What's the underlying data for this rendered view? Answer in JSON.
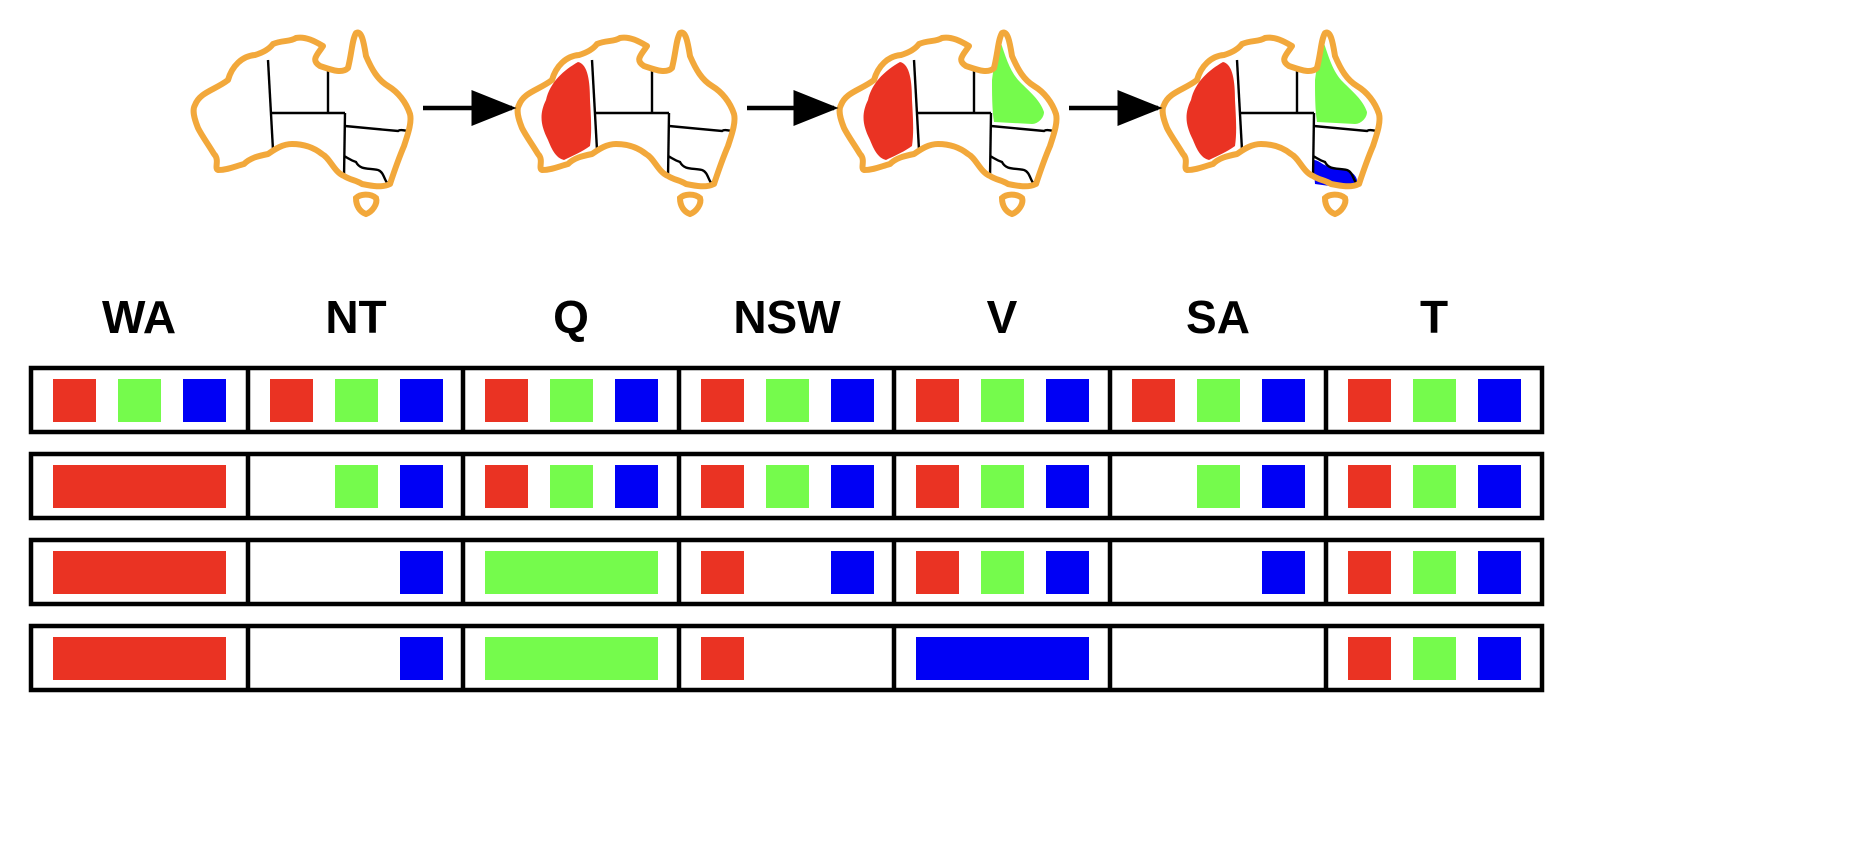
{
  "colors": {
    "red": "#EA3323",
    "green": "#75FB4C",
    "blue": "#0000F5",
    "outline": "#F2A83B",
    "frame": "#000000"
  },
  "maps": [
    {
      "assignments": {}
    },
    {
      "assignments": {
        "WA": "red"
      }
    },
    {
      "assignments": {
        "WA": "red",
        "Q": "green"
      }
    },
    {
      "assignments": {
        "WA": "red",
        "Q": "green",
        "V": "blue"
      }
    }
  ],
  "columns": [
    "WA",
    "NT",
    "Q",
    "NSW",
    "V",
    "SA",
    "T"
  ],
  "domain_rows": [
    {
      "WA": [
        "red",
        "green",
        "blue"
      ],
      "NT": [
        "red",
        "green",
        "blue"
      ],
      "Q": [
        "red",
        "green",
        "blue"
      ],
      "NSW": [
        "red",
        "green",
        "blue"
      ],
      "V": [
        "red",
        "green",
        "blue"
      ],
      "SA": [
        "red",
        "green",
        "blue"
      ],
      "T": [
        "red",
        "green",
        "blue"
      ]
    },
    {
      "WA": [
        "red*"
      ],
      "NT": [
        "green",
        "blue"
      ],
      "Q": [
        "red",
        "green",
        "blue"
      ],
      "NSW": [
        "red",
        "green",
        "blue"
      ],
      "V": [
        "red",
        "green",
        "blue"
      ],
      "SA": [
        "green",
        "blue"
      ],
      "T": [
        "red",
        "green",
        "blue"
      ]
    },
    {
      "WA": [
        "red*"
      ],
      "NT": [
        "blue"
      ],
      "Q": [
        "green*"
      ],
      "NSW": [
        "red",
        "blue"
      ],
      "V": [
        "red",
        "green",
        "blue"
      ],
      "SA": [
        "blue"
      ],
      "T": [
        "red",
        "green",
        "blue"
      ]
    },
    {
      "WA": [
        "red*"
      ],
      "NT": [
        "blue"
      ],
      "Q": [
        "green*"
      ],
      "NSW": [
        "red"
      ],
      "V": [
        "blue*"
      ],
      "SA": [],
      "T": [
        "red",
        "green",
        "blue"
      ]
    }
  ]
}
